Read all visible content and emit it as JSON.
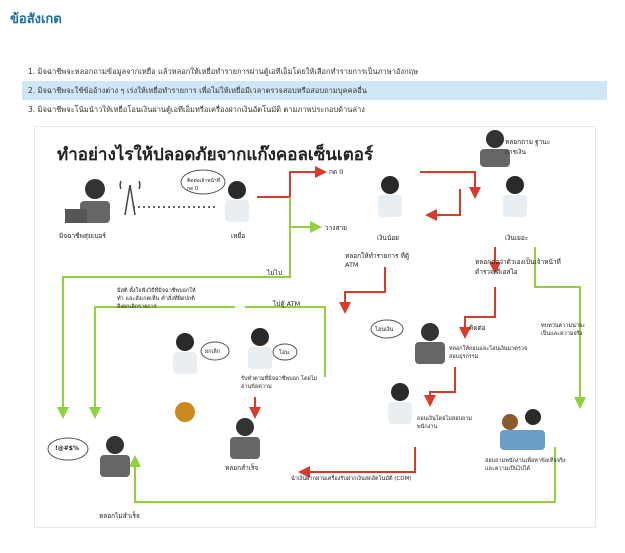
{
  "page": {
    "title": "ข้อสังเกต"
  },
  "observations": [
    "1. มิจฉาชีพจะหลอกถามข้อมูลจากเหยื่อ แล้วหลอกให้เหยื่อทำรายการผ่านตู้เอทีเอ็มโดยให้เลือกทำรายการเป็นภาษาอังกฤษ",
    "2. มิจฉาชีพจะใช้ข้ออ้างต่าง ๆ เร่งให้เหยื่อทำรายการ เพื่อไม่ให้เหยื่อมีเวลาตรวจสอบหรือสอบถามบุคคลอื่น",
    "3. มิจฉาชีพจะโน้มน้าวให้เหยื่อโอนเงินผ่านตู้เอทีเอ็มหรือเครื่องฝากเงินอัตโนมัติ ตามภาพประกอบด้านล่าง"
  ],
  "infographic": {
    "title": "ทำอย่างไรให้ปลอดภัยจากแก๊งคอลเซ็นเตอร์",
    "labels": {
      "criminal": "มิจฉาชีพสุ่มเบอร์",
      "victim": "เหยื่อ",
      "victim_speech": "ติดต่อเจ้าหน้าที่ กด 0",
      "press0": "กด 0",
      "hangup": "วางสาย",
      "ask_status": "หลอกถาม ฐานะการเงิน",
      "little_money": "เงินน้อย",
      "much_money": "เงินเยอะ",
      "go_atm": "หลอกให้ทำรายการ ที่ตู้ ATM",
      "lure_officer": "หลอกต่อว่าตัวเองเป็นเจ้าหน้าที่ ตำรวจ/ดีเอสไอ",
      "not_go": "ไม่ไป",
      "go_atm2": "ไปตู้ ATM",
      "contact": "ติดต่อ",
      "warning_note": "มีสติ ตั้งใจฟังวิธีที่มิจฉาชีพบอกให้ทำ และสังเกตเห็น คำสั่งที่ผิดปกติ จึงยกเลิกรายการ",
      "cancel": "ยกเลิก",
      "transfer_bubble": "โอน",
      "follow_instr": "รับทำตามที่มิจฉาชีพบอก โดยไม่อ่านข้อความ",
      "transfer_money": "โอนเงิน",
      "deceive_transfer": "หลอกให้ถอนและโอนเงินมาตรวจสอบธุรกรรม",
      "withdraw": "ถอนเงินโดยไม่สอบถามพนักงาน",
      "ask_staff": "สอบถามพนักงานเพื่อหาข้อเท็จจริงและความเป็นไปได้",
      "ask_clarify": "ทบทวนความน่าจะเป็นและความจริง",
      "success": "หลอกสำเร็จ",
      "fail": "หลอกไม่สำเร็จ",
      "cdm": "นำเงินฝากผ่านเครื่องรับฝากเงินสดอัตโนมัติ (CDM)",
      "curse": "!@#$%"
    }
  },
  "colors": {
    "title": "#1f6fa6",
    "highlight": "#cfe6f7",
    "arrow_red": "#d93b2b",
    "arrow_green": "#8fd13f"
  }
}
